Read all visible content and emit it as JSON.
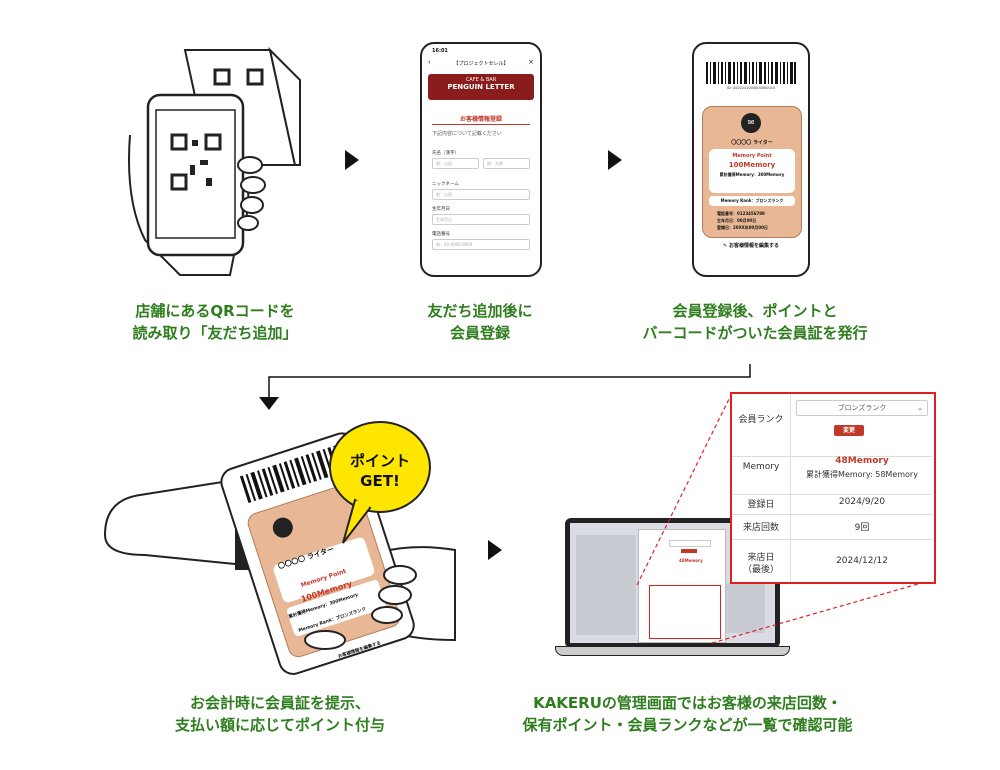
{
  "steps": [
    {
      "caption_line1": "店舗にあるQRコードを",
      "caption_line2": "読み取り「友だち追加」"
    },
    {
      "caption_line1": "友だち追加後に",
      "caption_line2": "会員登録"
    },
    {
      "caption_line1": "会員登録後、ポイントと",
      "caption_line2": "バーコードがついた会員証を発行"
    },
    {
      "caption_line1": "お会計時に会員証を提示、",
      "caption_line2": "支払い額に応じてポイント付与"
    },
    {
      "caption_line1": "KAKERUの管理画面ではお客様の来店回数・",
      "caption_line2": "保有ポイント・会員ランクなどが一覧で確認可能"
    }
  ],
  "form_phone": {
    "time": "16:01",
    "title": "【プロジェクトセレル】",
    "banner_small": "CAFE & BAR",
    "banner_big": "PENGUIN LETTER",
    "form_title": "お客様情報登録",
    "instruction": "下記内容について記載ください",
    "fields": [
      {
        "label": "氏名（漢字）",
        "placeholder1": "例：山田",
        "placeholder2": "例：太郎"
      },
      {
        "label": "ニックネーム",
        "placeholder1": "例：山田"
      },
      {
        "label": "生年月日",
        "placeholder1": "生年月日"
      },
      {
        "label": "電話番号",
        "placeholder1": "例：00-0000-0000"
      }
    ]
  },
  "card_phone": {
    "barcode_number": "ID: 4520241004000000015",
    "name": "〇〇〇〇 ライター",
    "points_title": "Memory Point",
    "points_value": "100Memory",
    "cumulative": "累計獲得Memory：300Memory",
    "rank": "Memory Rank：ブロンズランク",
    "phone": "電話番号：0123456789",
    "birthday": "生年月日：00月00日",
    "registered": "登録日：20XX年00月00日",
    "edit_link": "お客様情報を編集する"
  },
  "scan_card": {
    "name": "〇〇〇〇 ライター",
    "points_title": "Memory Point",
    "points_value": "100Memory",
    "cumulative": "累計獲得Memory：300Memory",
    "rank": "Memory Rank：ブロンズランク",
    "edit_link": "お客様情報を編集する"
  },
  "speech_bubble": {
    "line1": "ポイント",
    "line2": "GET!"
  },
  "zoom_panel": {
    "rank_label": "会員ランク",
    "rank_select": "ブロンズランク",
    "change_button": "変更",
    "memory_label": "Memory",
    "memory_value": "48Memory",
    "memory_cumulative": "累計獲得Memory: 58Memory",
    "registered_label": "登録日",
    "registered_value": "2024/9/20",
    "visits_label": "来店回数",
    "visits_value": "9回",
    "lastvisit_label": "来店日",
    "lastvisit_sub": "（最後）",
    "lastvisit_value": "2024/12/12"
  },
  "colors": {
    "caption": "#2e7d1e",
    "highlight": "#e02020",
    "card": "#e8b896",
    "bubble": "#ffe600",
    "accent": "#c0392b"
  }
}
